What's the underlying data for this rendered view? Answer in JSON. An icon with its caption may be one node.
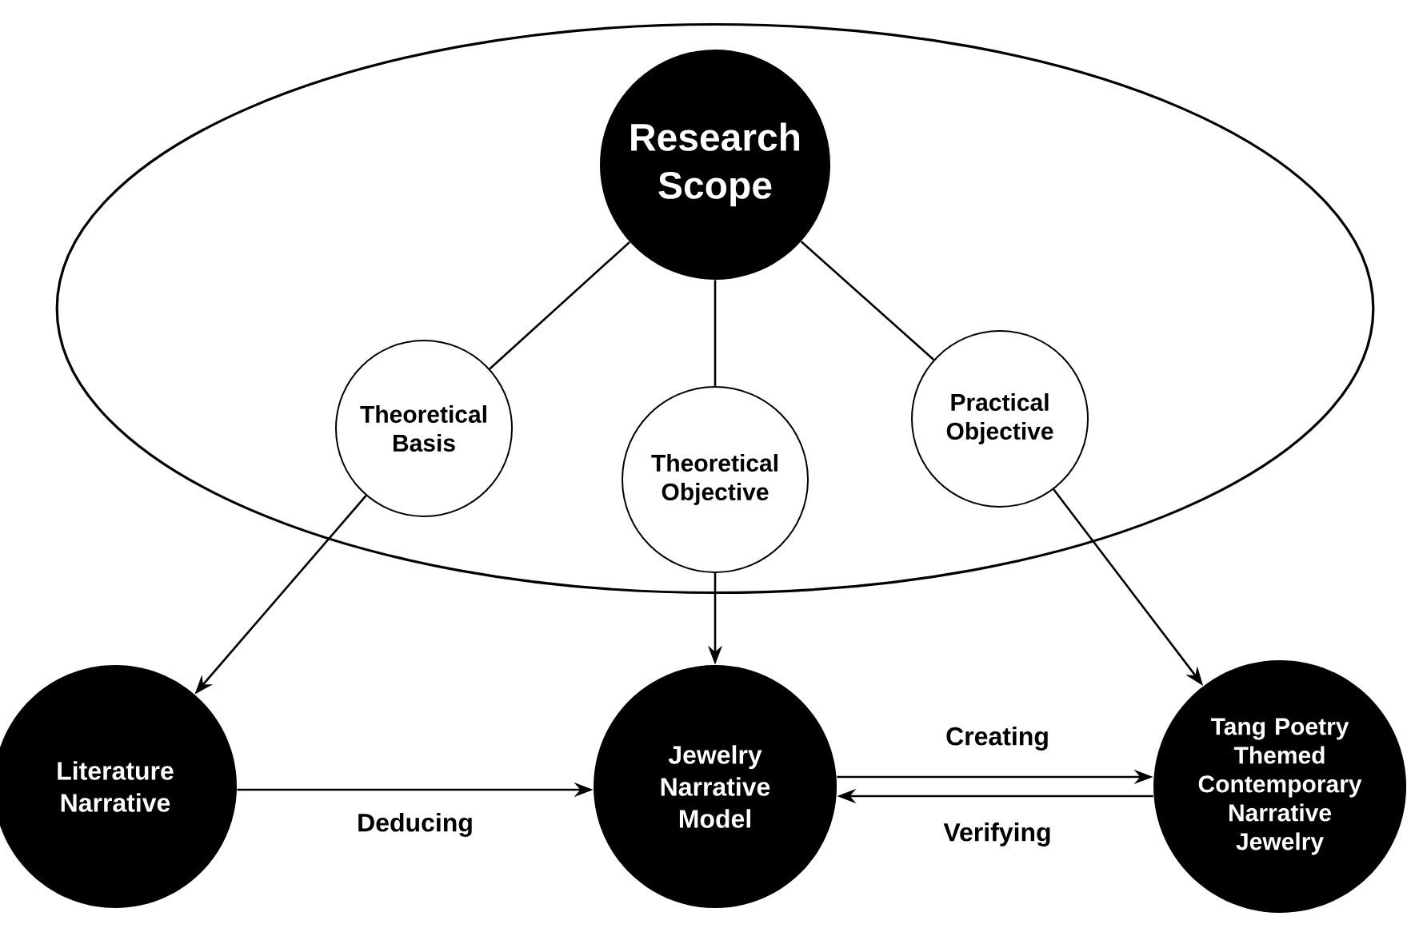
{
  "diagram": {
    "nodes": [
      {
        "text": [],
        "shape": "ellipse"
      },
      {
        "text": [
          "Research Scope"
        ],
        "in": 0
      },
      {
        "text": [
          "Theoretical Basis"
        ],
        "in": 0
      },
      {
        "text": [
          "Theoretical Objective"
        ],
        "in": 0
      },
      {
        "text": [
          "Practical Objective"
        ],
        "in": 0
      },
      {
        "text": [
          "Literature Narrative"
        ]
      },
      {
        "text": [
          "Jewelry Narrative Model"
        ]
      },
      {
        "text": [
          "Tang Poetry Themed Contemporary Narrative Jewelry"
        ]
      }
    ],
    "edges": [
      {
        "from": 1,
        "to": 2,
        "arrow": "none"
      },
      {
        "from": 1,
        "to": 3,
        "arrow": "none"
      },
      {
        "from": 1,
        "to": 4,
        "arrow": "none"
      },
      {
        "from": 2,
        "to": 5,
        "arrow": "to"
      },
      {
        "from": 3,
        "to": 6,
        "arrow": "to"
      },
      {
        "from": 4,
        "to": 7,
        "arrow": "to"
      },
      {
        "from": 5,
        "to": 6,
        "arrow": "to",
        "label": "Deducing"
      },
      {
        "from": 6,
        "to": 7,
        "arrow": "to",
        "label": "Creating"
      },
      {
        "from": 7,
        "to": 6,
        "arrow": "to",
        "label": "Verifying"
      }
    ]
  }
}
